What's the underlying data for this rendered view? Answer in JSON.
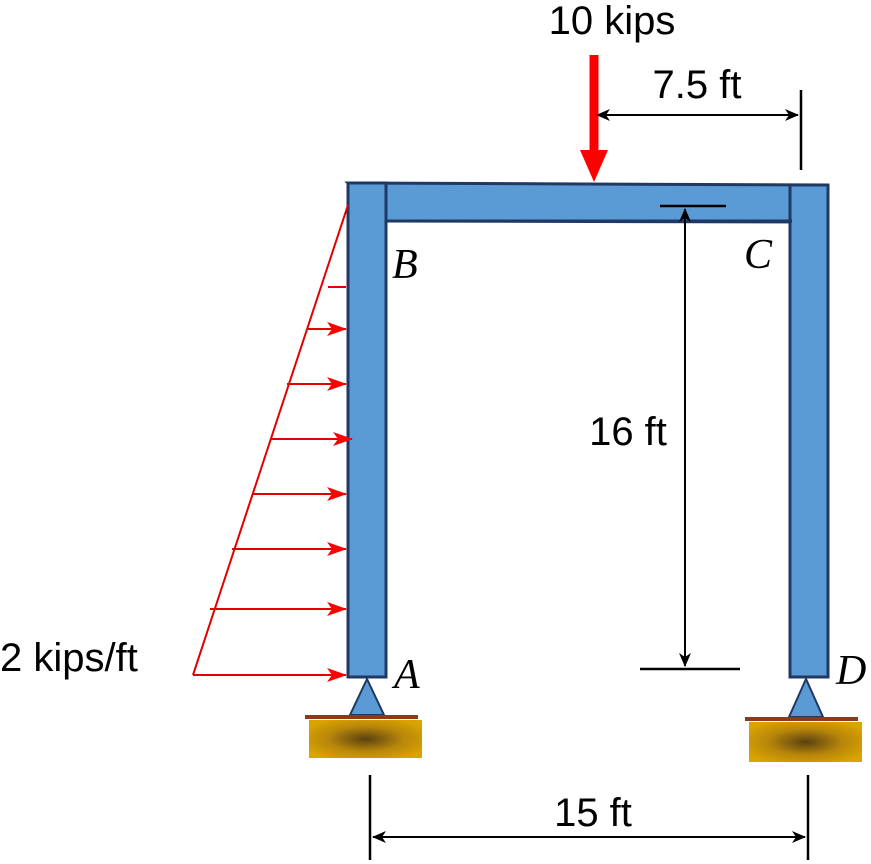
{
  "labels": {
    "point_load": "10 kips",
    "load_offset": "7.5 ft",
    "height": "16 ft",
    "span": "15 ft",
    "distributed_load": "2 kips/ft",
    "node_a": "A",
    "node_b": "B",
    "node_c": "C",
    "node_d": "D"
  },
  "colors": {
    "member_fill": "#5b9bd5",
    "member_stroke": "#1f3864",
    "load": "#ff0000",
    "distributed_load": "#e30000",
    "support_block": "#c99a00",
    "support_plate": "#8b3a1a"
  }
}
